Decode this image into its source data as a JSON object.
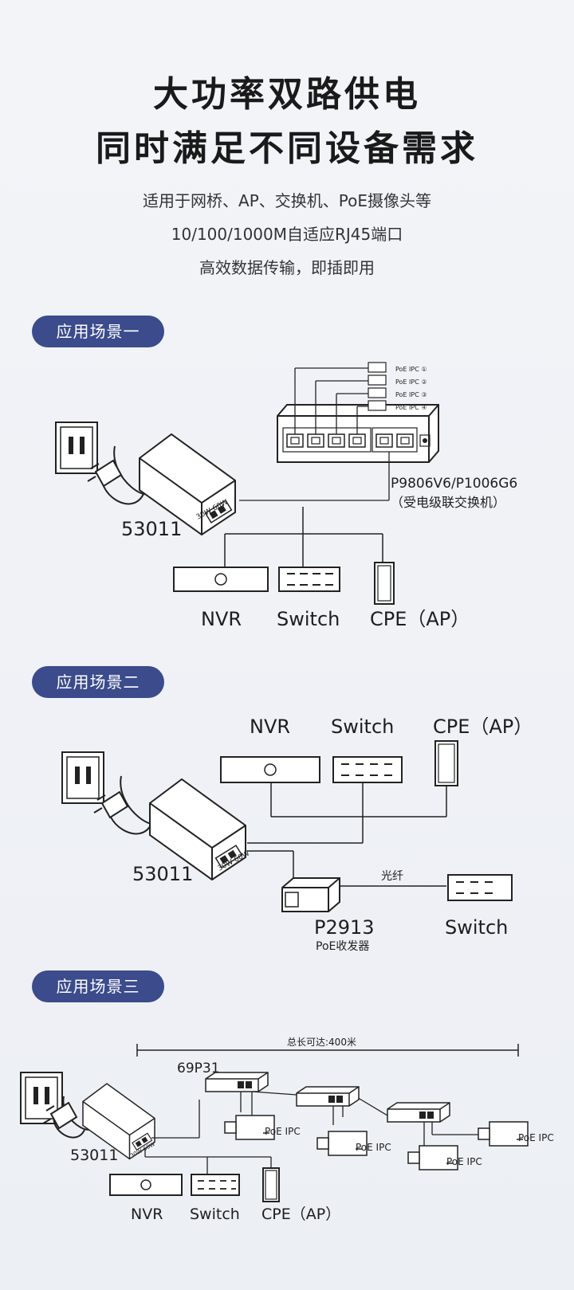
{
  "hero": {
    "title_line1": "大功率双路供电",
    "title_line2": "同时满足不同设备需求",
    "desc_line1": "适用于网桥、AP、交换机、PoE摄像头等",
    "desc_line2": "10/100/1000M自适应RJ45端口",
    "desc_line3": "高效数据传输，即插即用"
  },
  "scene1": {
    "label": "应用场景一",
    "adapter": "53011",
    "adapter_port_mark": "30W 60W",
    "switch_model": "P9806V6/P1006G6",
    "switch_desc": "（受电级联交换机）",
    "ipc": [
      "PoE IPC ①",
      "PoE IPC ②",
      "PoE IPC ③",
      "PoE IPC ④"
    ],
    "nvr": "NVR",
    "switch": "Switch",
    "cpe": "CPE（AP）"
  },
  "scene2": {
    "label": "应用场景二",
    "nvr": "NVR",
    "switch": "Switch",
    "cpe": "CPE（AP）",
    "adapter": "53011",
    "adapter_port_mark": "30W 60W",
    "fiber": "光纤",
    "transceiver_model": "P2913",
    "transceiver_desc": "PoE收发器",
    "switch2": "Switch"
  },
  "scene3": {
    "label": "应用场景三",
    "length_note": "总长可达:400米",
    "extender": "69P31",
    "adapter": "53011",
    "adapter_port_mark": "30W 60W",
    "ipc": [
      "PoE IPC",
      "PoE IPC",
      "PoE IPC",
      "PoE IPC"
    ],
    "nvr": "NVR",
    "switch": "Switch",
    "cpe": "CPE（AP）"
  }
}
